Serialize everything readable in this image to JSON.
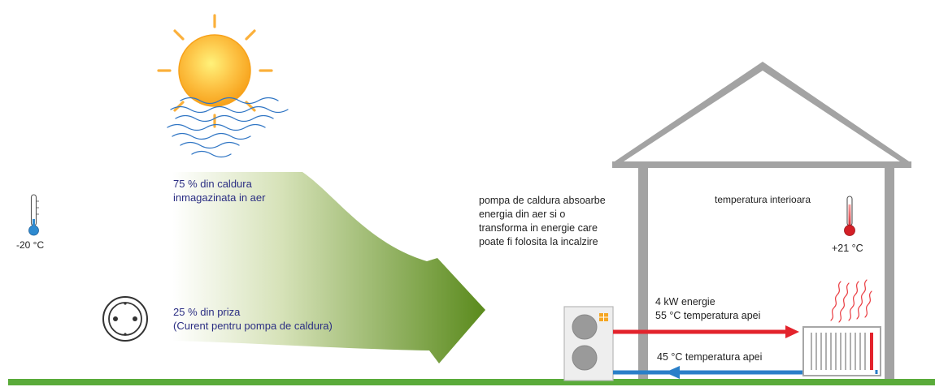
{
  "diagram": {
    "air_source": {
      "line1": "75 % din caldura",
      "line2": "inmagazinata in aer"
    },
    "grid_source": {
      "line1": "25 % din priza",
      "line2": "(Curent pentru pompa de caldura)"
    },
    "outdoor_temperature": "-20 °C",
    "pump_description": {
      "line1": "pompa de caldura absoarbe",
      "line2": "energia din aer si o",
      "line3": "transforma in energie care",
      "line4": "poate fi folosita la incalzire"
    },
    "indoor_temperature": {
      "label": "temperatura interioara",
      "value": "+21 °C"
    },
    "supply_line": {
      "energy": "4 kW energie",
      "water_temperature": "55 °C temperatura apei"
    },
    "return_line": {
      "water_temperature": "45 °C temperatura apei"
    },
    "colors": {
      "ground": "#5aab3a",
      "house_outline": "#a3a3a3",
      "supply_pipe": "#e3232c",
      "return_pipe": "#2a7fc8",
      "arrow_start": "#ffffff",
      "arrow_end": "#5a8a1c",
      "sun": "#fbb03b",
      "text_navy": "#2b2e83"
    }
  }
}
